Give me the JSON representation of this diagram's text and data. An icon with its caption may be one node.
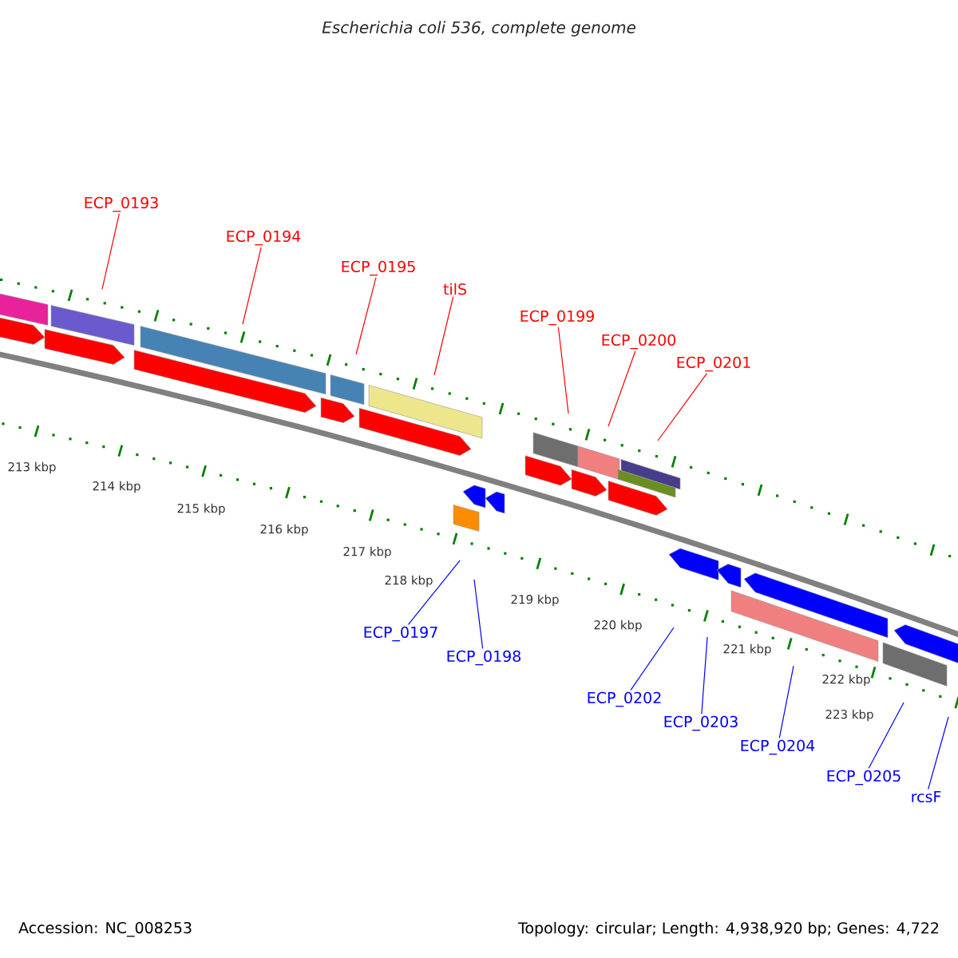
{
  "diagram": {
    "title": "Escherichia coli 536, complete genome",
    "nodes": [
      {
        "text": [
          "ECP_0193"
        ]
      },
      {
        "text": [
          "ECP_0194"
        ]
      },
      {
        "text": [
          "ECP_0195"
        ]
      },
      {
        "text": [
          "tilS"
        ]
      },
      {
        "text": [
          "ECP_0199"
        ]
      },
      {
        "text": [
          "ECP_0200"
        ]
      },
      {
        "text": [
          "ECP_0201"
        ]
      },
      {
        "text": [
          "ECP_0197"
        ]
      },
      {
        "text": [
          "ECP_0198"
        ]
      },
      {
        "text": [
          "ECP_0202"
        ]
      },
      {
        "text": [
          "ECP_0203"
        ]
      },
      {
        "text": [
          "ECP_0204"
        ]
      },
      {
        "text": [
          "ECP_0205"
        ]
      },
      {
        "text": [
          "rcsF"
        ]
      }
    ],
    "edges": [
      {
        "from": 0,
        "to": null,
        "arrow": "none",
        "color": "#ff0000"
      },
      {
        "from": 1,
        "to": null,
        "arrow": "none",
        "color": "#ff0000"
      },
      {
        "from": 2,
        "to": null,
        "arrow": "none",
        "color": "#ff0000"
      },
      {
        "from": 3,
        "to": null,
        "arrow": "none",
        "color": "#ff0000"
      },
      {
        "from": 4,
        "to": null,
        "arrow": "none",
        "color": "#ff0000"
      },
      {
        "from": 5,
        "to": null,
        "arrow": "none",
        "color": "#ff0000"
      },
      {
        "from": 6,
        "to": null,
        "arrow": "none",
        "color": "#ff0000"
      },
      {
        "from": 7,
        "to": null,
        "arrow": "none",
        "color": "#0000ff"
      },
      {
        "from": 8,
        "to": null,
        "arrow": "none",
        "color": "#0000ff"
      },
      {
        "from": 9,
        "to": null,
        "arrow": "none",
        "color": "#0000ff"
      },
      {
        "from": 10,
        "to": null,
        "arrow": "none",
        "color": "#0000ff"
      },
      {
        "from": 11,
        "to": null,
        "arrow": "none",
        "color": "#0000ff"
      },
      {
        "from": 12,
        "to": null,
        "arrow": "none",
        "color": "#0000ff"
      },
      {
        "from": 13,
        "to": null,
        "arrow": "none",
        "color": "#0000ff"
      }
    ],
    "labels": [
      "213 kbp",
      "214 kbp",
      "215 kbp",
      "216 kbp",
      "217 kbp",
      "218 kbp",
      "219 kbp",
      "220 kbp",
      "221 kbp",
      "222 kbp",
      "223 kbp",
      "Accession: NC_008253",
      "Topology: circular; Length: 4,938,920 bp; Genes: 4,722"
    ]
  }
}
